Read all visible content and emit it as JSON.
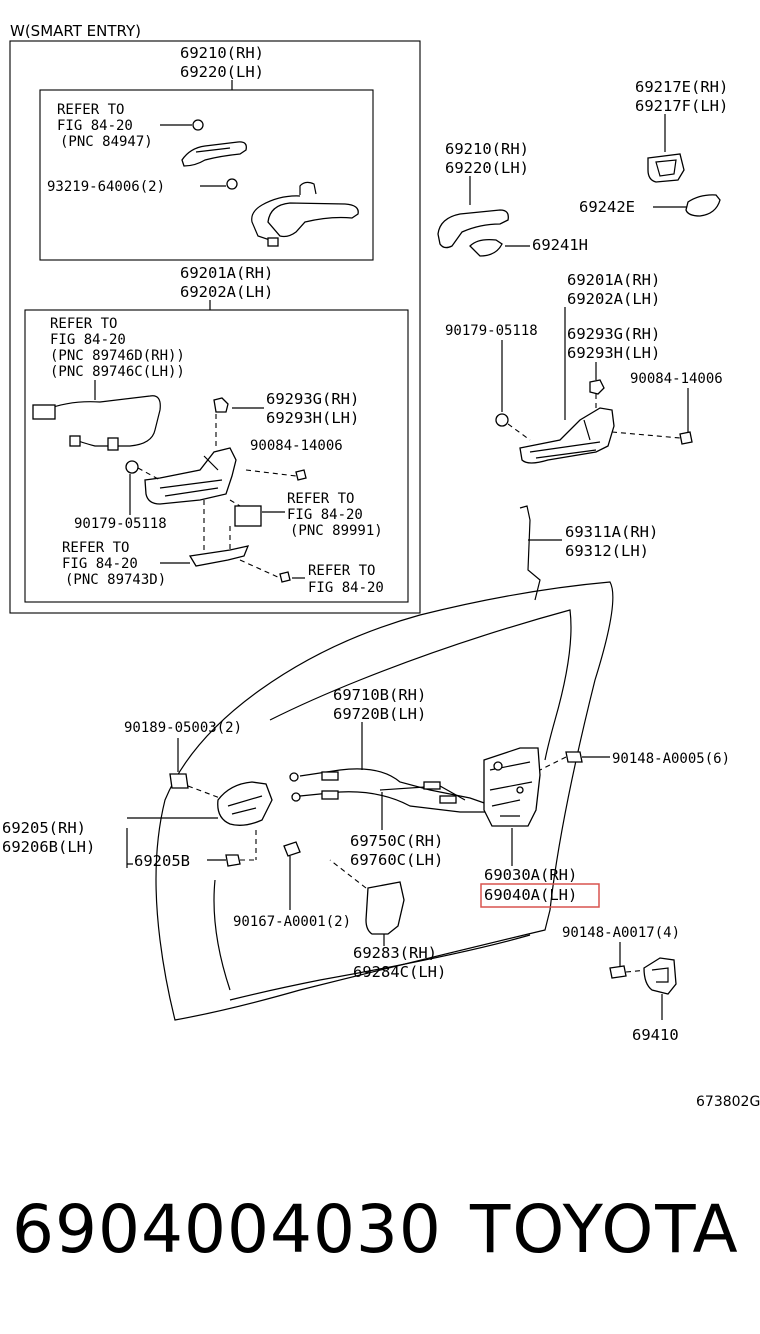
{
  "header": "W(SMART ENTRY)",
  "labels": {
    "l69210_rh": "69210(RH)",
    "l69220_lh": "69220(LH)",
    "refer1_a": "REFER TO",
    "refer1_b": "FIG 84-20",
    "refer1_c": "(PNC 84947)",
    "screw_93219": "93219-64006(2)",
    "l69201a_rh": "69201A(RH)",
    "l69202a_lh": "69202A(LH)",
    "refer2_a": "REFER TO",
    "refer2_b": "FIG 84-20",
    "refer2_c": "(PNC 89746D(RH))",
    "refer2_d": "(PNC 89746C(LH))",
    "l69293g_rh": "69293G(RH)",
    "l69293h_lh": "69293H(LH)",
    "bolt_90084": "90084-14006",
    "refer3_a": "REFER TO",
    "refer3_b": "FIG 84-20",
    "refer3_c": "(PNC 89991)",
    "clip_90179": "90179-05118",
    "refer4_a": "REFER TO",
    "refer4_b": "FIG 84-20",
    "refer4_c": "(PNC 89743D)",
    "refer5_a": "REFER TO",
    "refer5_b": "FIG 84-20",
    "r69217e_rh": "69217E(RH)",
    "r69217f_lh": "69217F(LH)",
    "r69210_rh": "69210(RH)",
    "r69220_lh": "69220(LH)",
    "r69242e": "69242E",
    "r69241h": "69241H",
    "r69201a_rh": "69201A(RH)",
    "r69202a_lh": "69202A(LH)",
    "r90179": "90179-05118",
    "r69293g_rh": "69293G(RH)",
    "r69293h_lh": "69293H(LH)",
    "r90084": "90084-14006",
    "r69311a_rh": "69311A(RH)",
    "r69312_lh": "69312(LH)",
    "l69710b_rh": "69710B(RH)",
    "l69720b_lh": "69720B(LH)",
    "l90189": "90189-05003(2)",
    "l90148_a0005": "90148-A0005(6)",
    "l69205_rh": "69205(RH)",
    "l69206b_lh": "69206B(LH)",
    "l69205b": "69205B",
    "l69750c_rh": "69750C(RH)",
    "l69760c_lh": "69760C(LH)",
    "l69030a_rh": "69030A(RH)",
    "l69040a_lh": "69040A(LH)",
    "l90167": "90167-A0001(2)",
    "l90148_a0017": "90148-A0017(4)",
    "l69283_rh": "69283(RH)",
    "l69284c_lh": "69284C(LH)",
    "l69410": "69410",
    "ref_code": "673802G"
  },
  "highlight_color": "#d9534f",
  "footer": {
    "part_number": "6904004030",
    "brand": "TOYOTA"
  }
}
